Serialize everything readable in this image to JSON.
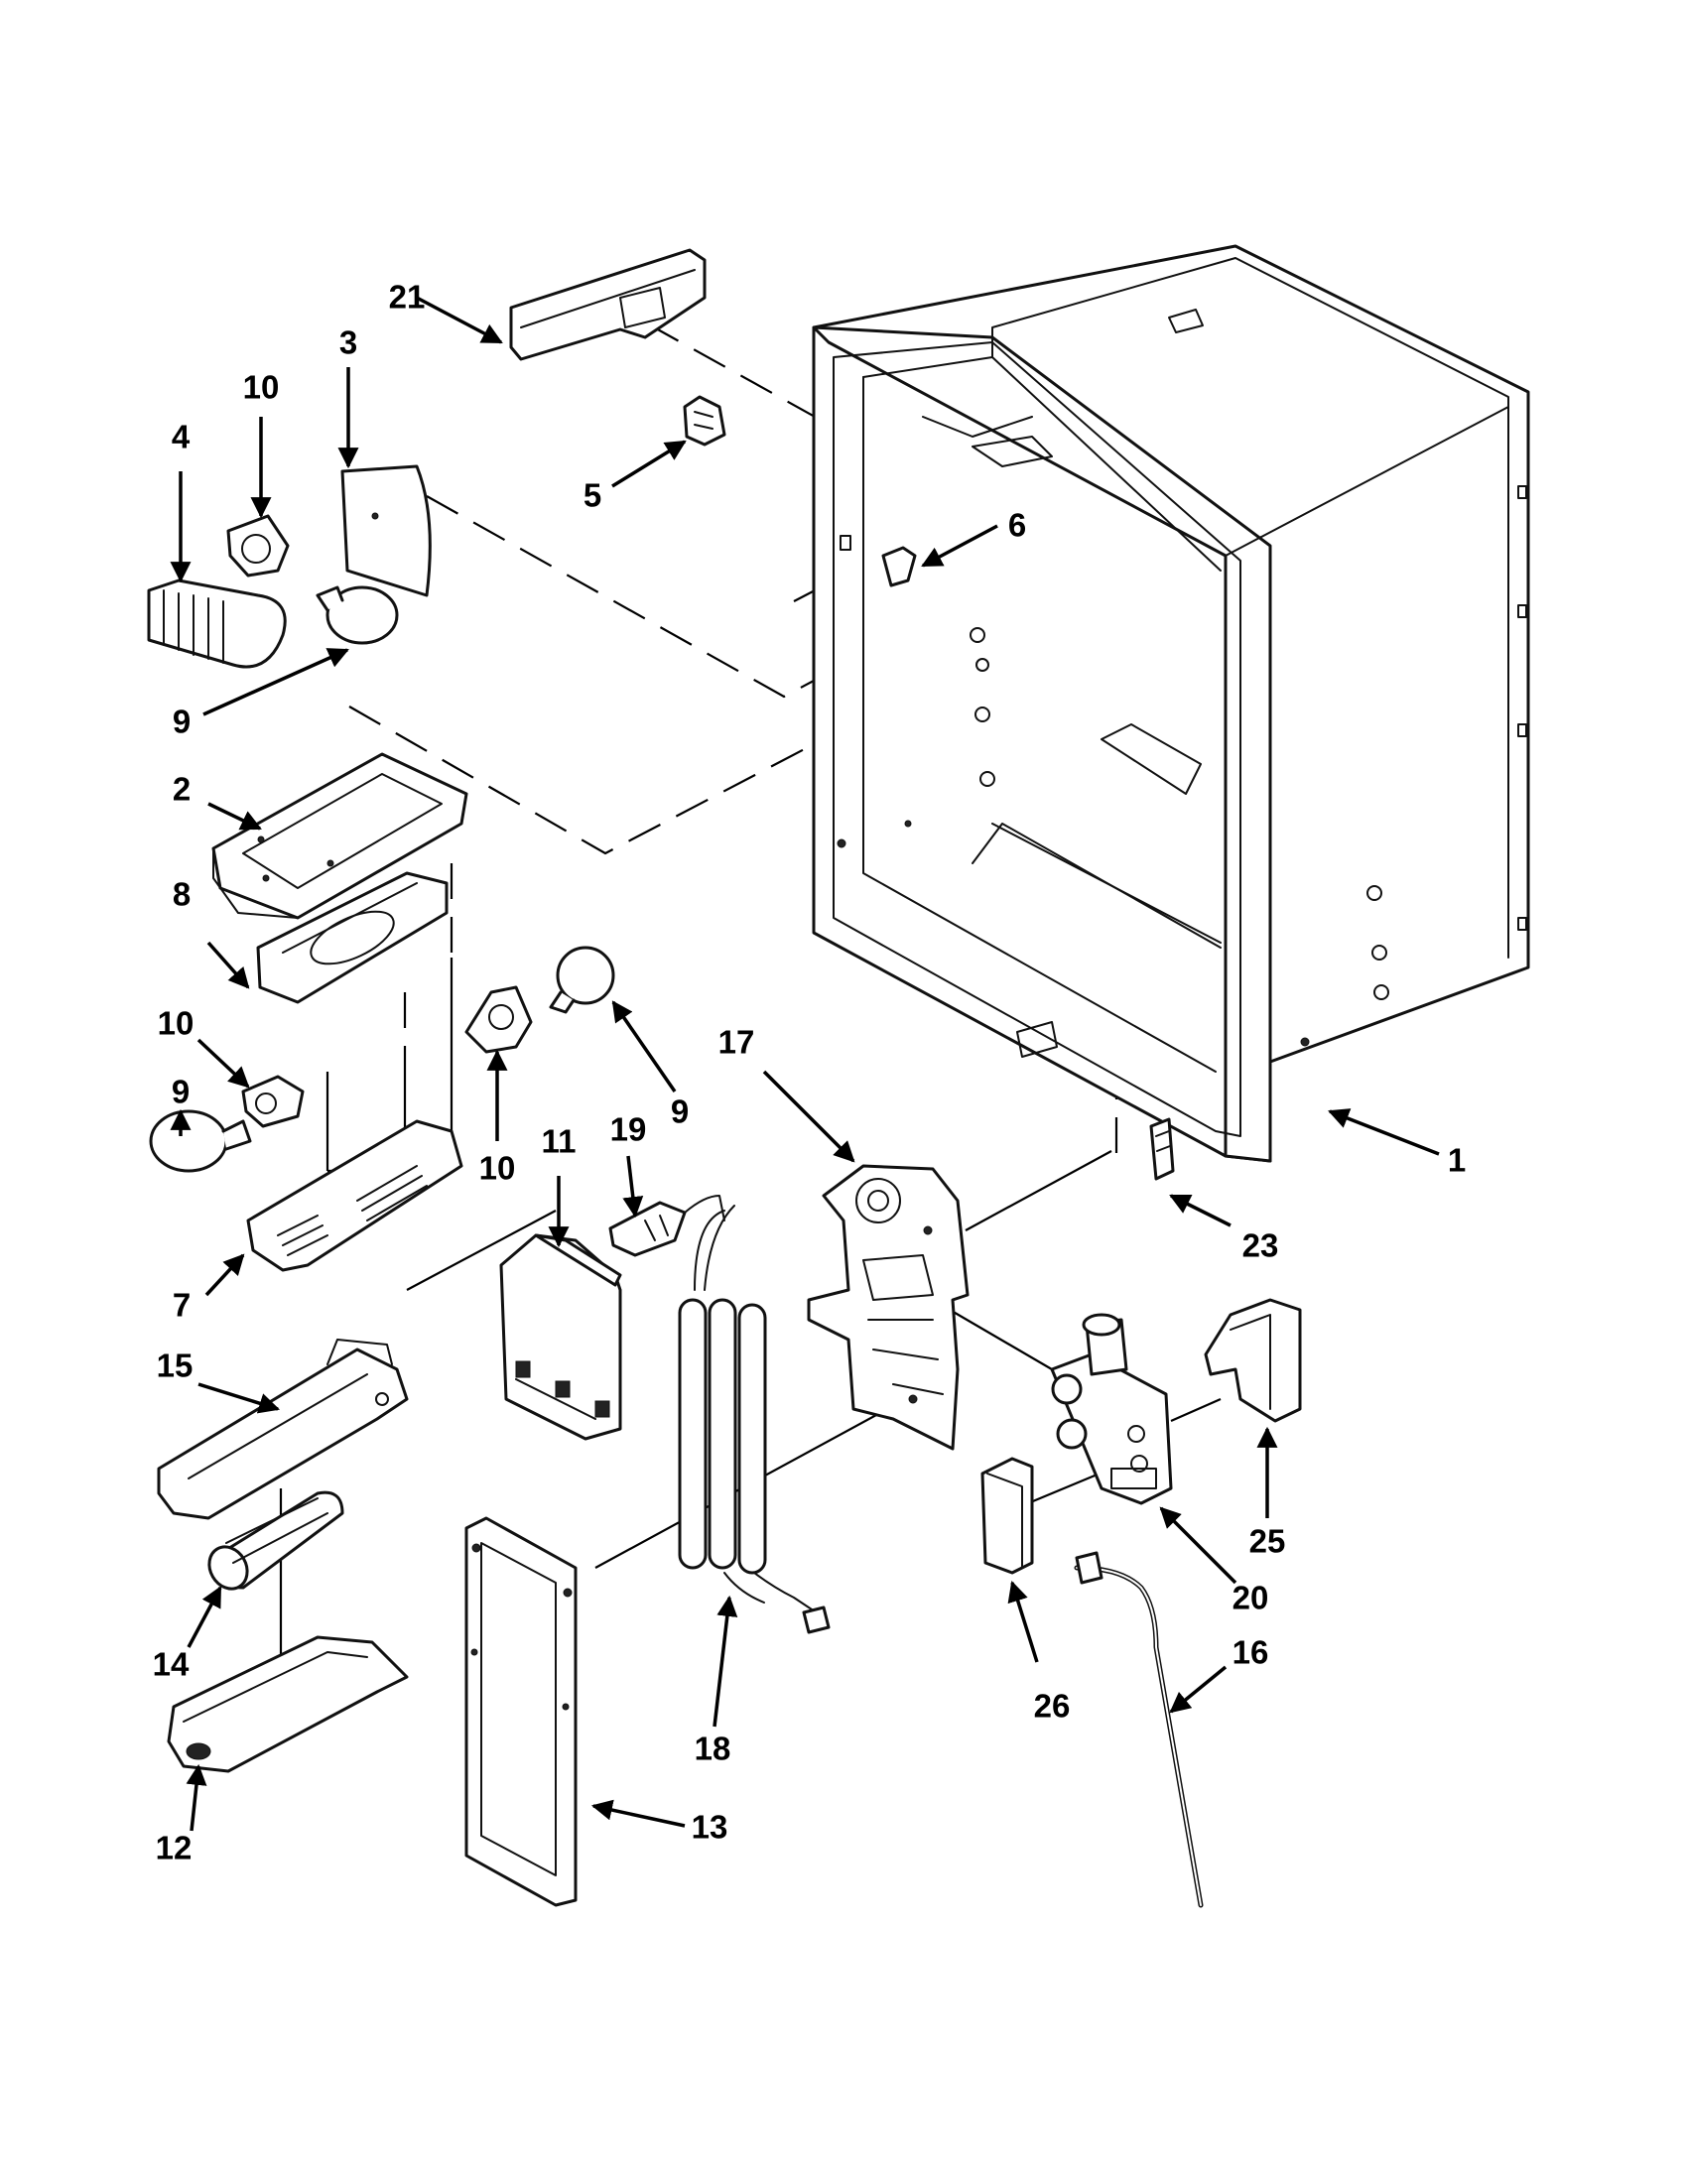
{
  "diagram": {
    "type": "exploded parts diagram",
    "callouts": [
      {
        "id": "c1",
        "label": "1"
      },
      {
        "id": "c2",
        "label": "2"
      },
      {
        "id": "c3",
        "label": "3"
      },
      {
        "id": "c4",
        "label": "4"
      },
      {
        "id": "c5",
        "label": "5"
      },
      {
        "id": "c6",
        "label": "6"
      },
      {
        "id": "c7",
        "label": "7"
      },
      {
        "id": "c8",
        "label": "8"
      },
      {
        "id": "c9a",
        "label": "9"
      },
      {
        "id": "c9b",
        "label": "9"
      },
      {
        "id": "c9c",
        "label": "9"
      },
      {
        "id": "c10a",
        "label": "10"
      },
      {
        "id": "c10b",
        "label": "10"
      },
      {
        "id": "c10c",
        "label": "10"
      },
      {
        "id": "c11",
        "label": "11"
      },
      {
        "id": "c12",
        "label": "12"
      },
      {
        "id": "c13",
        "label": "13"
      },
      {
        "id": "c14",
        "label": "14"
      },
      {
        "id": "c15",
        "label": "15"
      },
      {
        "id": "c16",
        "label": "16"
      },
      {
        "id": "c17",
        "label": "17"
      },
      {
        "id": "c18",
        "label": "18"
      },
      {
        "id": "c19",
        "label": "19"
      },
      {
        "id": "c20",
        "label": "20"
      },
      {
        "id": "c21",
        "label": "21"
      },
      {
        "id": "c23",
        "label": "23"
      },
      {
        "id": "c25",
        "label": "25"
      },
      {
        "id": "c26",
        "label": "26"
      }
    ]
  }
}
